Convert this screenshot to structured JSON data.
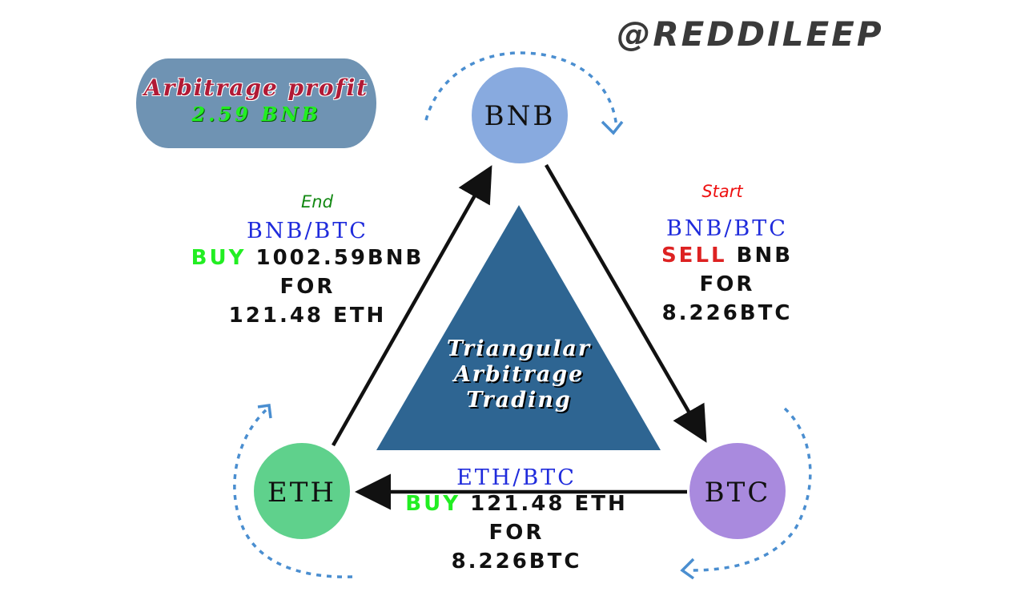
{
  "watermark": "@REDDILEEP",
  "profit_box": {
    "line1": "Arbitrage profit",
    "line2": "2.59 BNB"
  },
  "center_title": [
    "Triangular",
    "Arbitrage",
    "Trading"
  ],
  "nodes": {
    "bnb": "BNB",
    "btc": "BTC",
    "eth": "ETH"
  },
  "step_start": {
    "tag": "Start",
    "pair": "BNB/BTC",
    "action": "SELL",
    "amount": "BNB",
    "line2": "FOR",
    "line3": "8.226BTC"
  },
  "step_middle": {
    "pair": "ETH/BTC",
    "action": "BUY",
    "amount": "121.48 ETH",
    "line2": "FOR",
    "line3": "8.226BTC"
  },
  "step_end": {
    "tag": "End",
    "pair": "BNB/BTC",
    "action": "BUY",
    "amount": "1002.59BNB",
    "line2": "FOR",
    "line3": "121.48 ETH"
  },
  "colors": {
    "bnb_node": "#88aadf",
    "btc_node": "#a98ade",
    "eth_node": "#5fd18c",
    "center_triangle": "#2e6592",
    "profit_box": "#6f93b3",
    "dashed_arrow": "#4a8ed0",
    "pair_text": "#1f2bdc",
    "buy_text": "#22ee22",
    "sell_text": "#dd2222",
    "start_tag": "#ee1111",
    "end_tag": "#118811"
  },
  "icons": [
    "curved-dashed-arrow-icon",
    "curved-dashed-arrow-icon",
    "curved-dashed-arrow-icon"
  ]
}
